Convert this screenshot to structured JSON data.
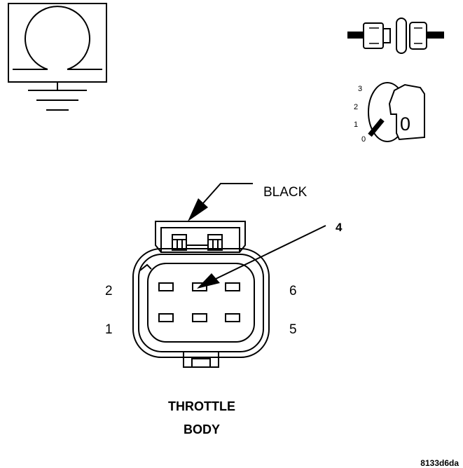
{
  "labels": {
    "wire_color": "BLACK",
    "pin_callout": "4",
    "pin_2": "2",
    "pin_1": "1",
    "pin_6": "6",
    "pin_5": "5",
    "component_line1": "THROTTLE",
    "component_line2": "BODY",
    "figure_id": "8133d6da"
  },
  "ignition": {
    "positions": [
      "3",
      "2",
      "1",
      "0"
    ],
    "current_position": "0"
  },
  "icons": {
    "meter": "ohmmeter-icon",
    "ground": "ground-icon",
    "connector": "disconnected-connector-icon",
    "key": "ignition-key-icon"
  },
  "colors": {
    "ink": "#000000",
    "background": "#ffffff"
  }
}
